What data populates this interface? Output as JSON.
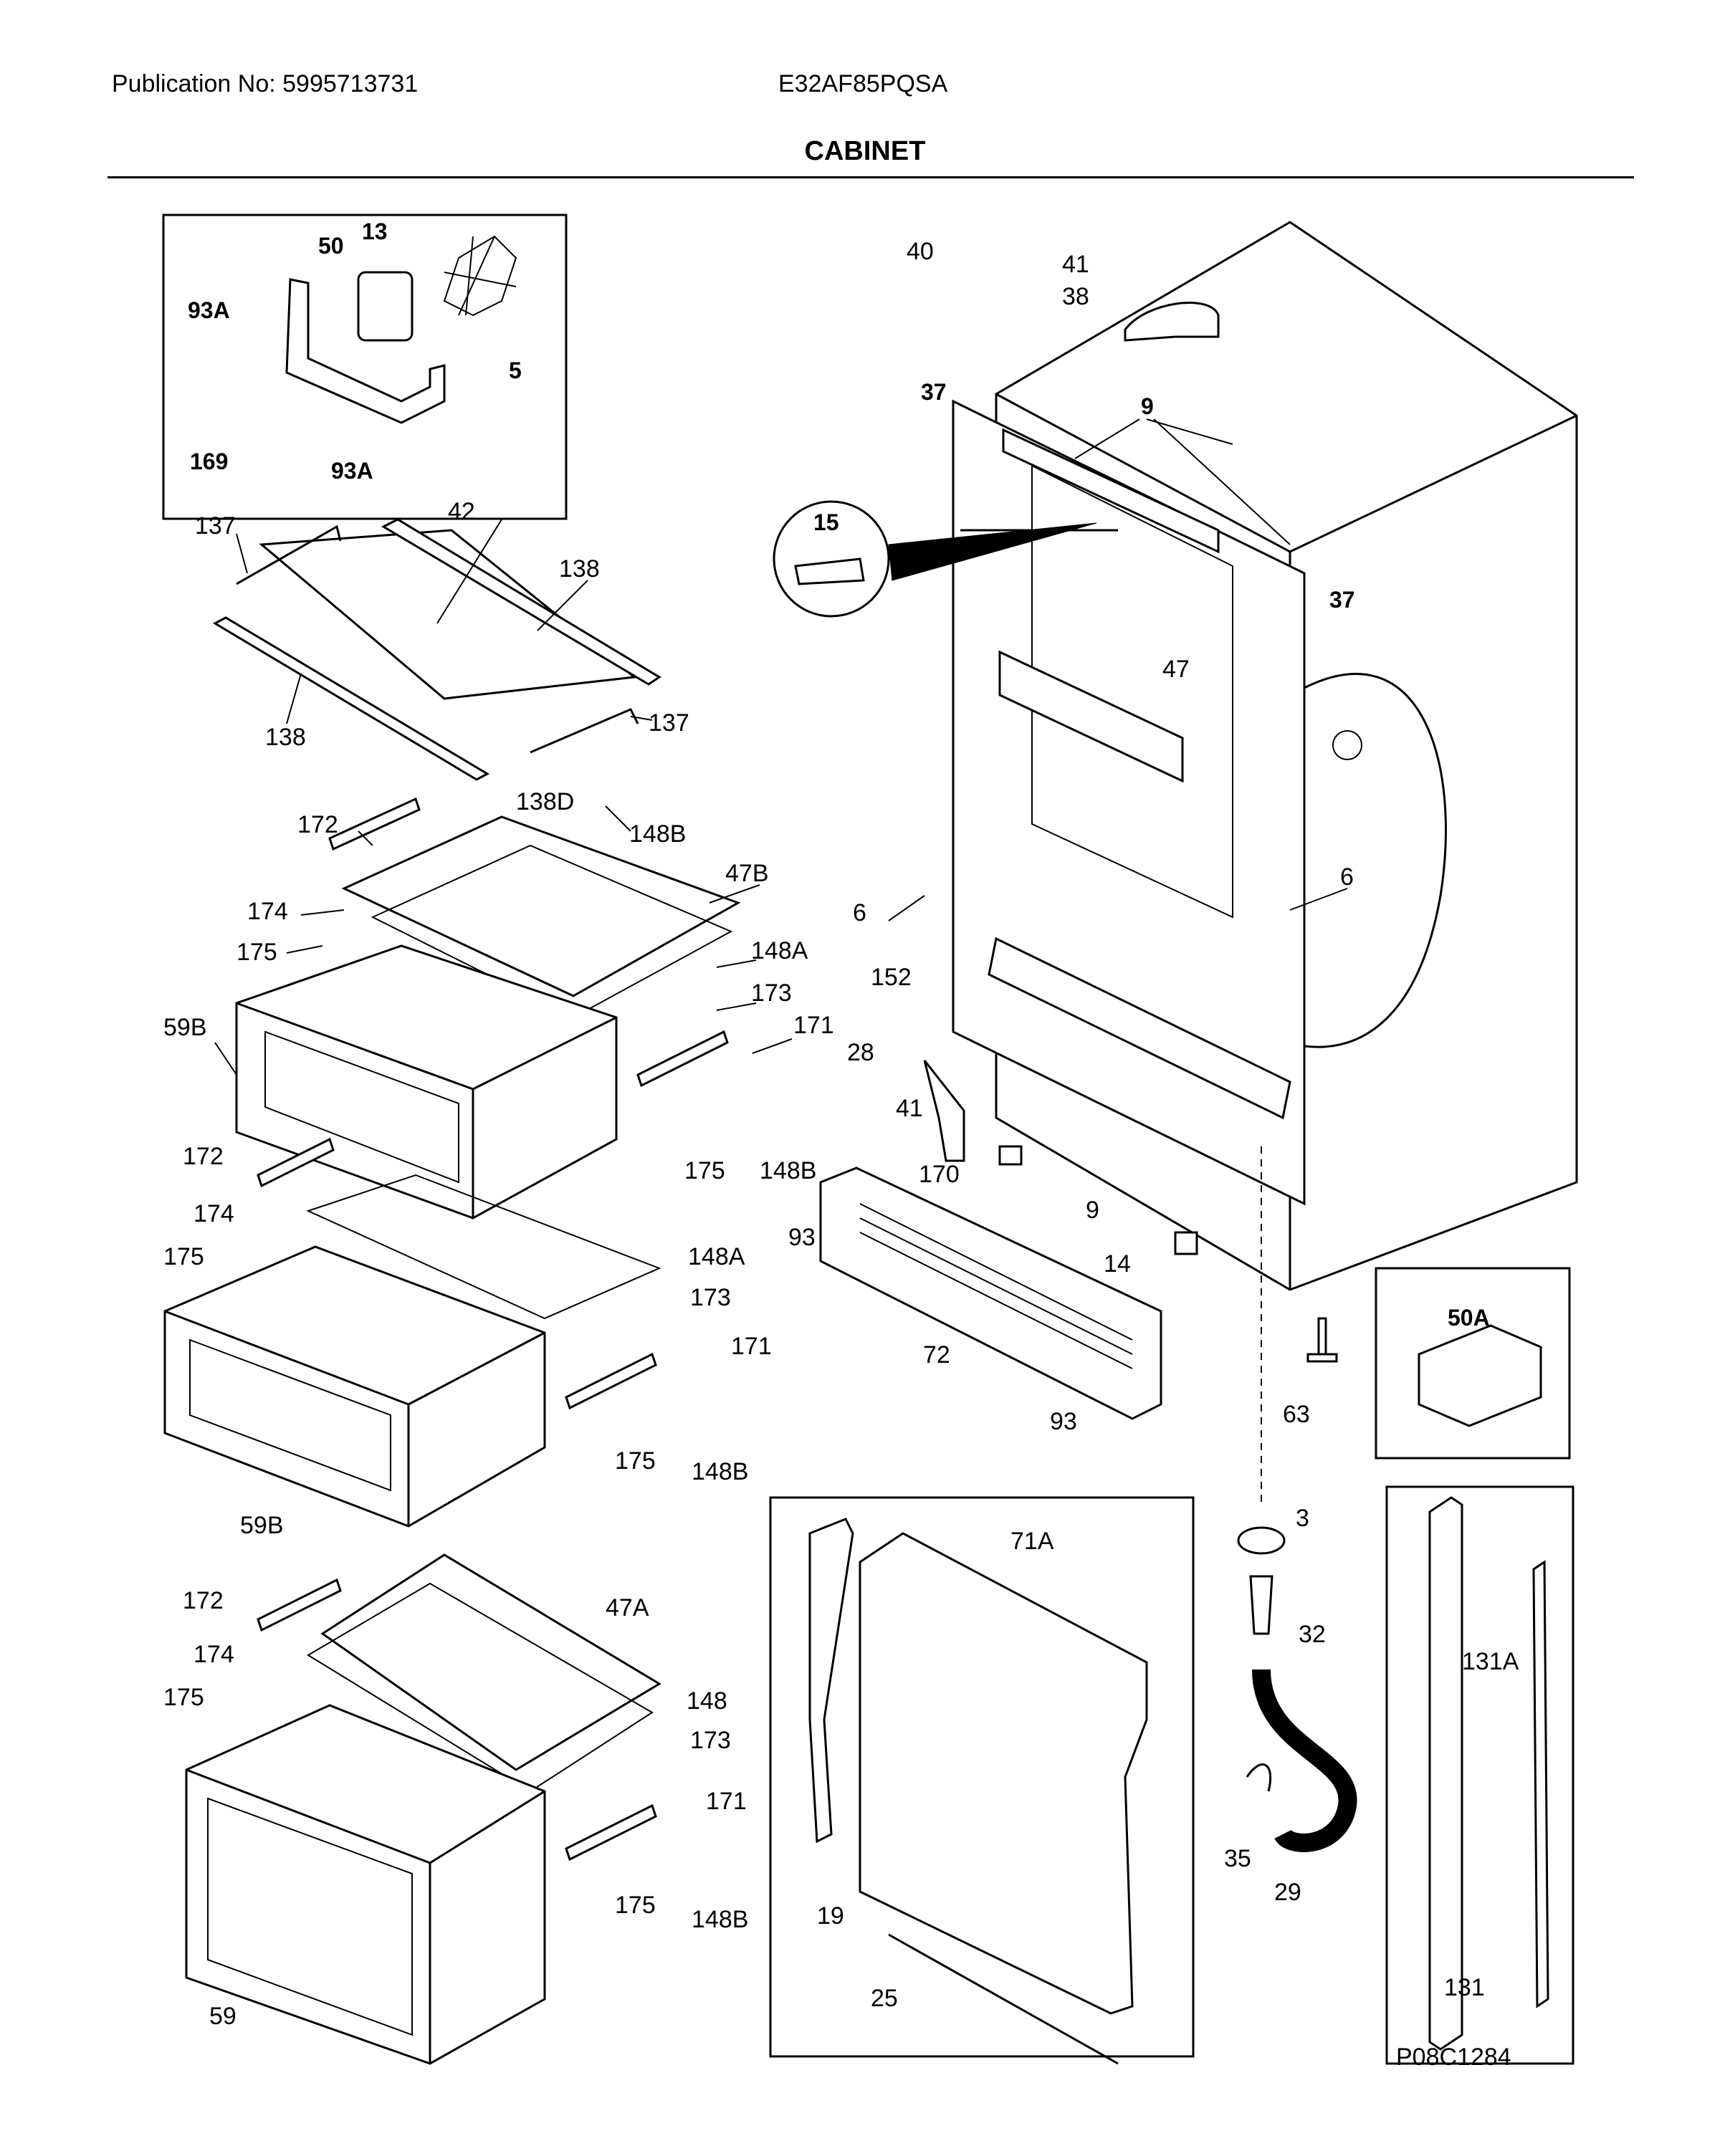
{
  "header": {
    "publication": "Publication No: 5995713731",
    "model": "E32AF85PQSA",
    "title": "CABINET"
  },
  "footer": {
    "diagram_code": "P08C1284"
  },
  "callouts": {
    "c13": "13",
    "c50": "50",
    "c93A_1": "93A",
    "c5": "5",
    "c169": "169",
    "c93A_2": "93A",
    "c137_1": "137",
    "c42": "42",
    "c138_1": "138",
    "c138_2": "138",
    "c137_2": "137",
    "c138D": "138D",
    "c148B_1": "148B",
    "c172_1": "172",
    "c47B": "47B",
    "c174_1": "174",
    "c175_1": "175",
    "c148A_1": "148A",
    "c173_1": "173",
    "c59B_1": "59B",
    "c171_1": "171",
    "c175_2": "175",
    "c148B_2": "148B",
    "c172_2": "172",
    "c174_2": "174",
    "c175_3": "175",
    "c148A_2": "148A",
    "c173_2": "173",
    "c171_2": "171",
    "c175_4": "175",
    "c148B_3": "148B",
    "c59B_2": "59B",
    "c172_3": "172",
    "c47A": "47A",
    "c174_3": "174",
    "c175_5": "175",
    "c148": "148",
    "c173_3": "173",
    "c171_3": "171",
    "c175_6": "175",
    "c148B_4": "148B",
    "c59": "59",
    "c40": "40",
    "c41_1": "41",
    "c38": "38",
    "c37_1": "37",
    "c9_1": "9",
    "c15": "15",
    "c37_2": "37",
    "c47": "47",
    "c6_1": "6",
    "c6_2": "6",
    "c152": "152",
    "c28": "28",
    "c41_2": "41",
    "c170": "170",
    "c9_2": "9",
    "c93_1": "93",
    "c14": "14",
    "c72": "72",
    "c93_2": "93",
    "c63": "63",
    "c50A": "50A",
    "c3": "3",
    "c71A": "71A",
    "c32": "32",
    "c131A": "131A",
    "c35": "35",
    "c29": "29",
    "c19": "19",
    "c25": "25",
    "c131": "131"
  }
}
